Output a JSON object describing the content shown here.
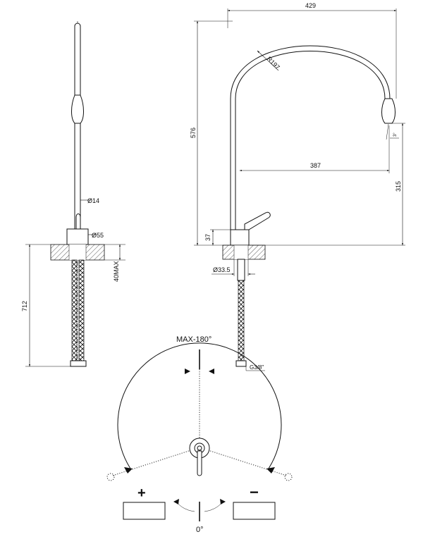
{
  "dimensions": {
    "width": "429",
    "height": "576",
    "reach": "387",
    "spout_height": "315",
    "radius": "R197",
    "base_height": "37",
    "pipe_diameter": "Ø14",
    "body_diameter": "Ø55",
    "deck_thickness": "40MAX",
    "hose_length": "712",
    "hole_diameter": "Ø33.5",
    "connection": "G3/8\"",
    "outlet_angle": "3°"
  },
  "rotation": {
    "max_label": "MAX-180°",
    "zero_label": "0°",
    "hot_symbol": "+",
    "cold_symbol": "−"
  }
}
